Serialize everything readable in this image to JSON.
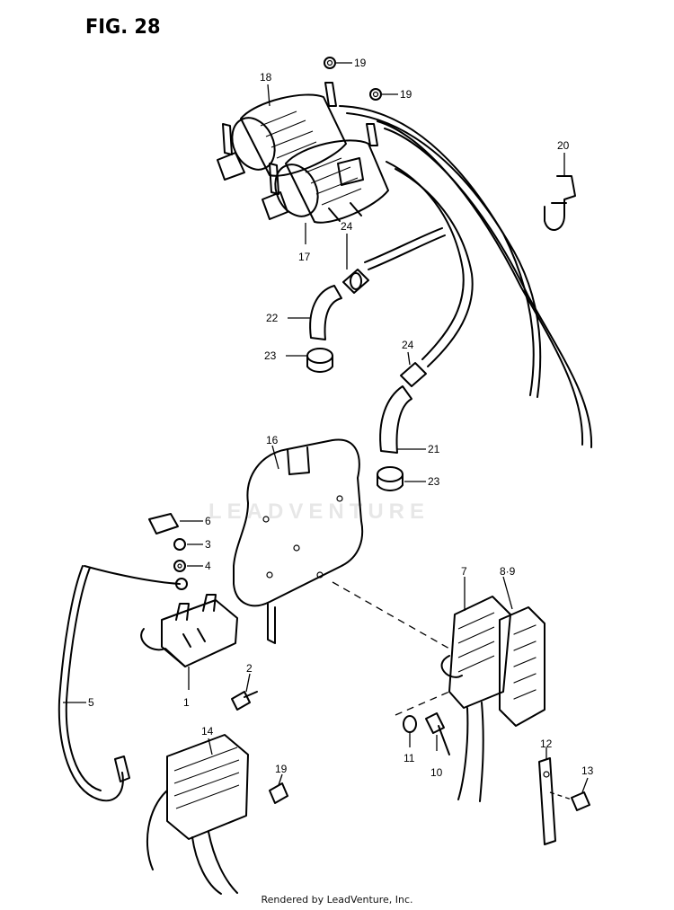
{
  "figure": {
    "title": "FIG. 28"
  },
  "footer": {
    "text": "Rendered by LeadVenture, Inc."
  },
  "watermark": {
    "text": "LEADVENTURE"
  },
  "callouts": [
    {
      "id": "c19a",
      "label": "19"
    },
    {
      "id": "c19b",
      "label": "19"
    },
    {
      "id": "c18",
      "label": "18"
    },
    {
      "id": "c20",
      "label": "20"
    },
    {
      "id": "c17",
      "label": "17"
    },
    {
      "id": "c24a",
      "label": "24"
    },
    {
      "id": "c22",
      "label": "22"
    },
    {
      "id": "c23a",
      "label": "23"
    },
    {
      "id": "c24b",
      "label": "24"
    },
    {
      "id": "c21",
      "label": "21"
    },
    {
      "id": "c23b",
      "label": "23"
    },
    {
      "id": "c16",
      "label": "16"
    },
    {
      "id": "c6",
      "label": "6"
    },
    {
      "id": "c3",
      "label": "3"
    },
    {
      "id": "c4",
      "label": "4"
    },
    {
      "id": "c7",
      "label": "7"
    },
    {
      "id": "c89",
      "label": "8·9"
    },
    {
      "id": "c2",
      "label": "2"
    },
    {
      "id": "c1",
      "label": "1"
    },
    {
      "id": "c5",
      "label": "5"
    },
    {
      "id": "c14",
      "label": "14"
    },
    {
      "id": "c11",
      "label": "11"
    },
    {
      "id": "c10",
      "label": "10"
    },
    {
      "id": "c12",
      "label": "12"
    },
    {
      "id": "c13",
      "label": "13"
    },
    {
      "id": "c19c",
      "label": "19"
    }
  ]
}
